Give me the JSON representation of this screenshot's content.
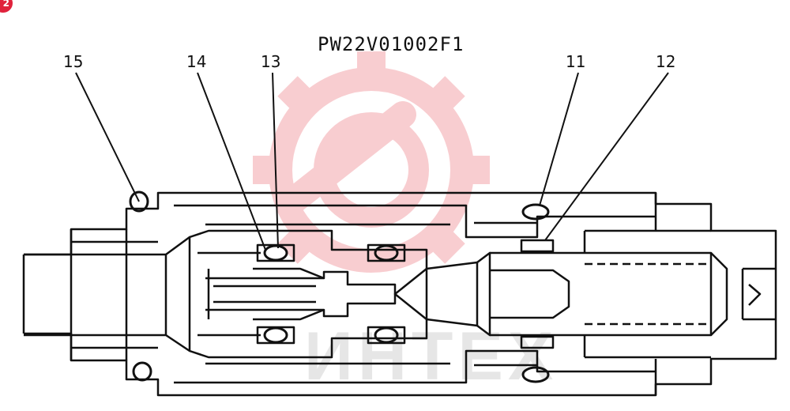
{
  "badge": "2",
  "drawing_code": "PW22V01002F1",
  "callouts": [
    {
      "id": "c15",
      "label": "15"
    },
    {
      "id": "c14",
      "label": "14"
    },
    {
      "id": "c13",
      "label": "13"
    },
    {
      "id": "c11",
      "label": "11"
    },
    {
      "id": "c12",
      "label": "12"
    }
  ],
  "watermark": {
    "text": "ИНТЕХ",
    "logo_icon": "gear-wrench-logo-icon",
    "logo_color": "#e8505b",
    "text_color": "#c9c9c9"
  },
  "badge_color": "#e0223c",
  "line_color": "#111111"
}
